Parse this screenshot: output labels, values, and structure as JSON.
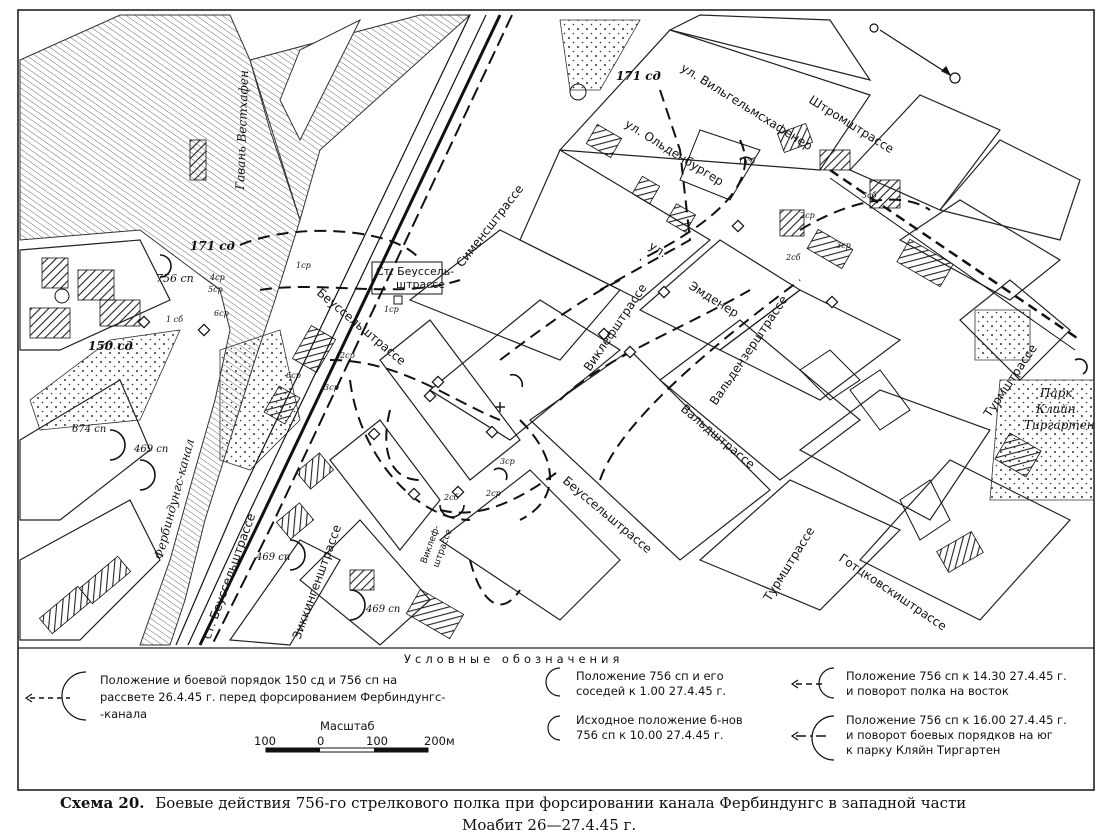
{
  "streets": {
    "wilhelmshavener": "ул. Вильгельмсхафенер",
    "oldenburger": "ул. Ольденбургер",
    "stromstrasse": "Штромштрассе",
    "siemensstrasse": "Сименсштрассе",
    "emdener_ul": "ул.",
    "emdener": "Эмденер",
    "wiclefstrasse": "Виклефштрассе",
    "waldenserstrasse": "Вальдензерштрассе",
    "waldstrasse": "Вальдштрассе",
    "turmstrasse_top": "Турмштрассе",
    "turmstrasse_bottom": "Турмштрассе",
    "gotzkowskystrasse": "Готцковскиштрассе",
    "beusselstrasse_top": "Беуссельштрассе",
    "beusselstrasse_mid": "Беуссельштрассе",
    "st_beusselstrasse_left": "ст. Беуссельштрассе",
    "sickingenstrasse": "Зиккингенштрассе",
    "wiclef_small_1": "Виклеф-",
    "wiclef_small_2": "штрассе",
    "station_1": "Ст. Беуссель-",
    "station_2": "штрассе",
    "harbor": "Гавань Вестхафен",
    "canal": "Фербиндунгс-канал",
    "park_1": "Парк",
    "park_2": "Клайн",
    "park_3": "Тиргартен"
  },
  "units": {
    "u171_top": "171 сд",
    "u171_mid": "171 сд",
    "u756_left": "756 сп",
    "u150": "150 сд",
    "u674": "674 сп",
    "u469_a": "469 сп",
    "u469_b": "469 сп",
    "u469_c": "469 сп",
    "b1_cb": "1 сб",
    "b4_cr": "4ср",
    "b5_cr": "5ср",
    "b1_cr_a": "1ср",
    "b1_cr_b": "1ср",
    "b6_cr_a": "6ср",
    "b6_cr_b": "6ср",
    "b2_cr_a": "2ср",
    "b2_cr_b": "2ср",
    "b3_cr_a": "3ср",
    "b3_cr_b": "3ср",
    "b3_cr_c": "3ср",
    "b2_cb_a": "2сб",
    "b2_cb_b": "2сб",
    "b3_cb": "3сб",
    "b1_cb_b": "1 сб",
    "b2_cr_c": "2ср"
  },
  "legend": {
    "title": "Условные обозначения",
    "item1_line1": "Положение и боевой порядок 150 сд и 756 сп на",
    "item1_line2": "рассвете 26.4.45 г. перед форсированием Фербиндунгс-",
    "item1_line3": "-канала",
    "item2_line1": "Положение 756 сп и его",
    "item2_line2": "соседей к 1.00 27.4.45 г.",
    "item3_line1": "Исходное положение б-нов",
    "item3_line2": "756 сп к 10.00 27.4.45 г.",
    "item4_line1": "Положение 756 сп к 14.30 27.4.45 г.",
    "item4_line2": "и поворот полка на восток",
    "item5_line1": "Положение 756 сп к 16.00 27.4.45 г.",
    "item5_line2": "и поворот боевых порядков на юг",
    "item5_line3": "к парку Кляйн Тиргартен",
    "scale_title": "Масштаб",
    "scale_100l": "100",
    "scale_0": "0",
    "scale_100": "100",
    "scale_200": "200м"
  },
  "caption": {
    "bold": "Схема 20.",
    "line1": "Боевые действия 756-го стрелкового полка при форсировании канала Фербиндунгс в западной части",
    "line2": "Моабит 26—27.4.45 г."
  },
  "icons": {
    "compass": "compass-north-arrow-icon",
    "star_a": "marker-circle-icon",
    "star_b": "marker-circle-icon"
  },
  "colors": {
    "ink": "#1a1a1a",
    "paper": "#ffffff"
  }
}
